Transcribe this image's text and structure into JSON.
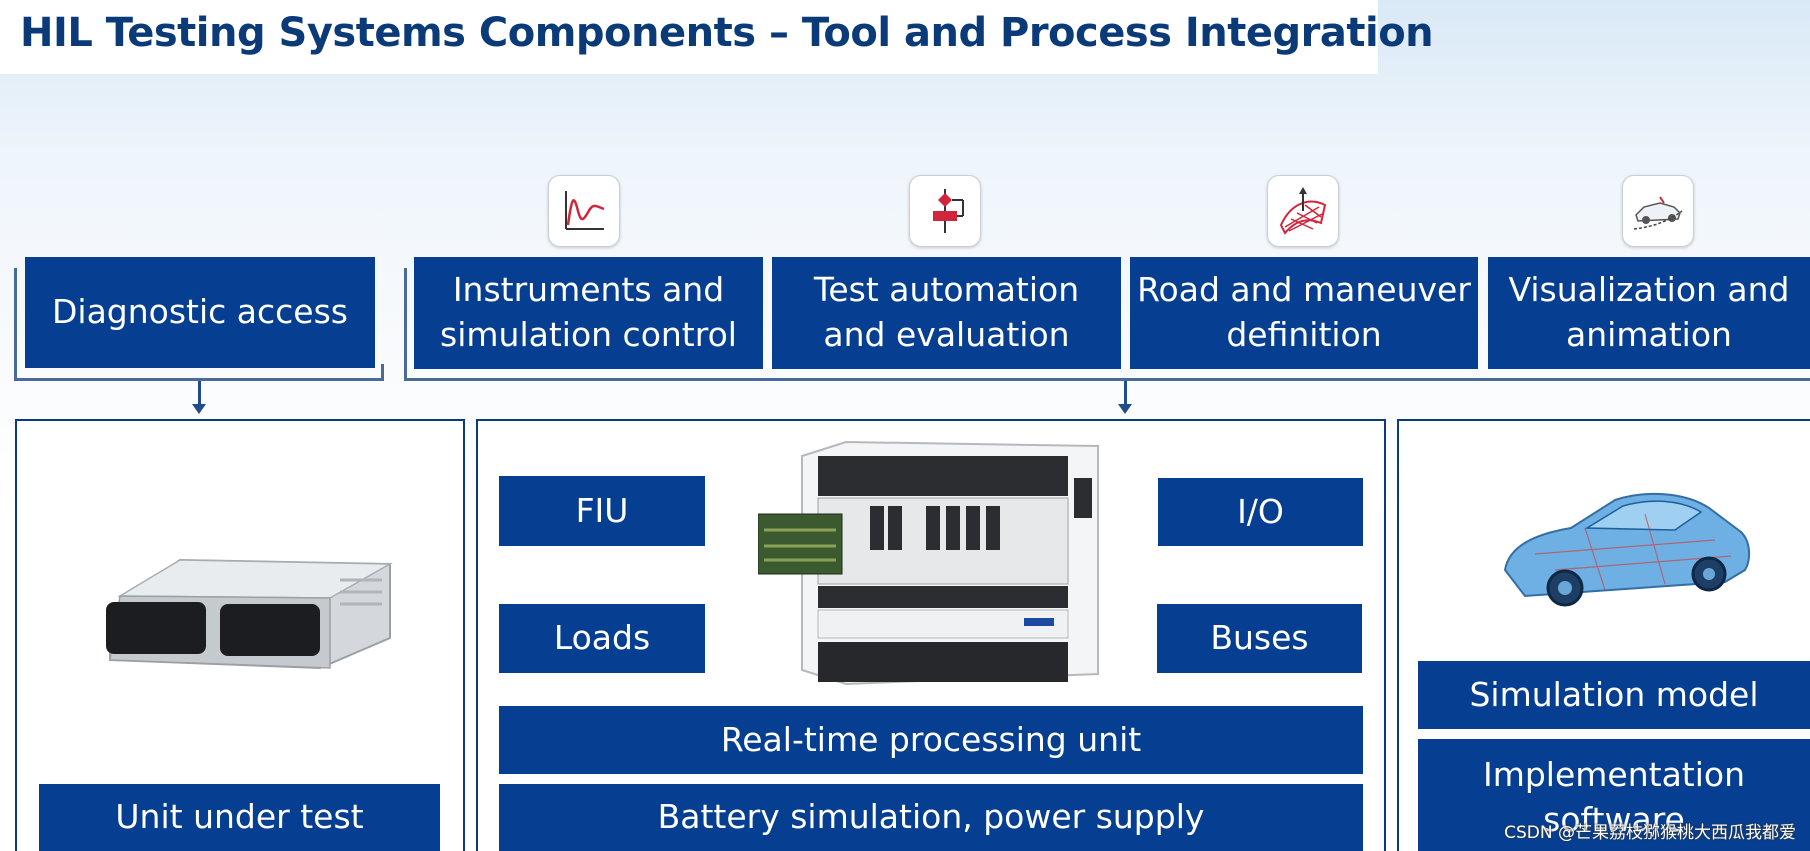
{
  "title": "HIL Testing Systems Components – Tool and Process Integration",
  "top_row": {
    "diagnostic": "Diagnostic access",
    "instruments_1": "Instruments and",
    "instruments_2": "simulation control",
    "test_auto_1": "Test automation",
    "test_auto_2": "and evaluation",
    "road_1": "Road and maneuver",
    "road_2": "definition",
    "vis_1": "Visualization and",
    "vis_2": "animation"
  },
  "left_panel": {
    "label": "Unit under test"
  },
  "center_panel": {
    "fiu": "FIU",
    "io": "I/O",
    "loads": "Loads",
    "buses": "Buses",
    "rtpu": "Real-time processing unit",
    "battery": "Battery simulation, power supply"
  },
  "right_panel": {
    "sim_model": "Simulation model",
    "impl_1": "Implementation",
    "impl_2": "software"
  },
  "icons": [
    "line-chart-icon",
    "flowchart-icon",
    "road-surface-icon",
    "car-wireframe-icon"
  ],
  "colors": {
    "box_blue": "#063f91",
    "title_blue": "#0b3a78"
  },
  "watermark": "CSDN @芒果荔枝猕猴桃大西瓜我都爱"
}
